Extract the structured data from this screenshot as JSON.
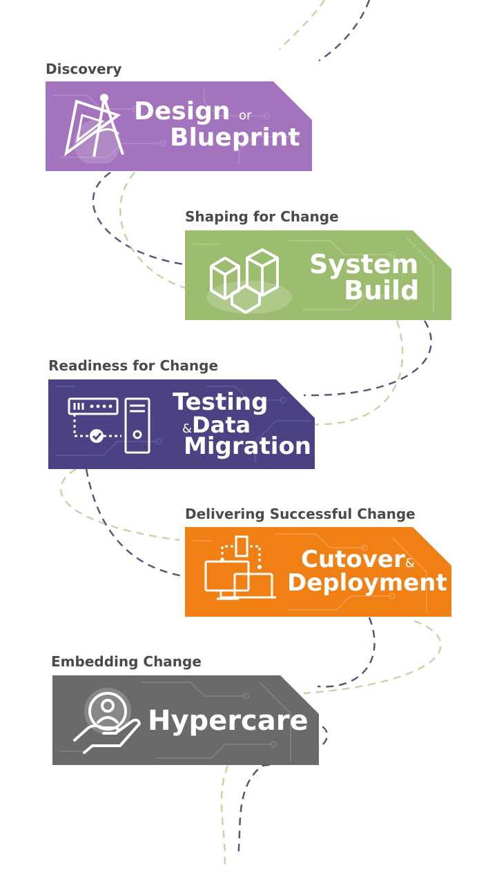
{
  "stages": [
    {
      "label": "Discovery",
      "title_line1": "Design",
      "title_joiner": "or",
      "title_line2": "Blueprint",
      "color": "#a374bd",
      "icon": "compass-triangle-icon"
    },
    {
      "label": "Shaping for Change",
      "title_line1": "System",
      "title_line2": "Build",
      "color": "#9cbc6f",
      "icon": "blocks-icon"
    },
    {
      "label": "Readiness for Change",
      "title_line1": "Testing",
      "title_joiner": "&",
      "title_line2": "Data",
      "title_line3": "Migration",
      "color": "#4a4282",
      "icon": "server-check-icon"
    },
    {
      "label": "Delivering Successful Change",
      "title_line1": "Cutover",
      "title_joiner": "&",
      "title_line2": "Deployment",
      "color": "#f07f14",
      "icon": "computers-transfer-icon"
    },
    {
      "label": "Embedding Change",
      "title_line1": "Hypercare",
      "color": "#6a6a6c",
      "icon": "hand-person-icon"
    }
  ],
  "colors": {
    "dash_navy": "#5a5478",
    "dash_green": "#c8d4a6"
  }
}
